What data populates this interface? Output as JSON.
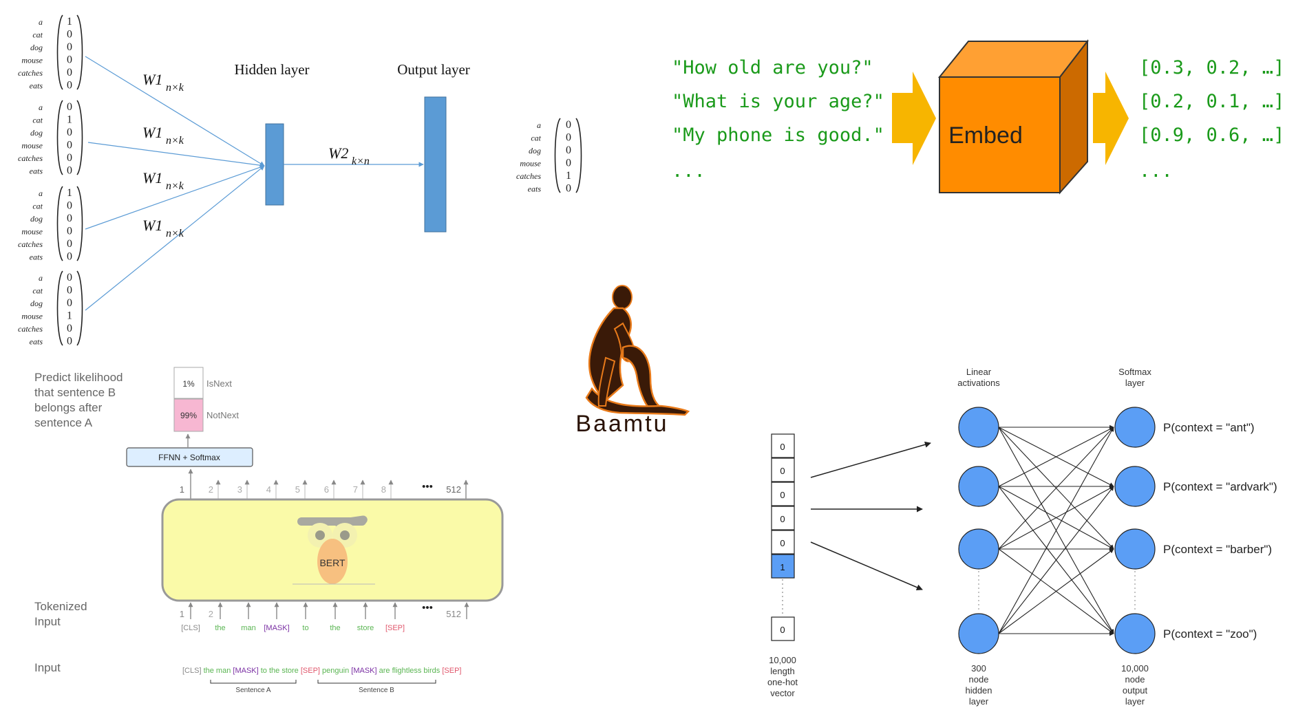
{
  "colors": {
    "blue_bar": "#5b9bd5",
    "blue_bar_stroke": "#41719c",
    "arrow_line": "#5b9bd5",
    "code_green": "#1a9a1a",
    "embed_front": "#ff8c00",
    "embed_top": "#ffa033",
    "embed_side": "#cc6a00",
    "arrow_yellow": "#f7b500",
    "bert_box": "#fafaa8",
    "bert_box_stroke": "#999999",
    "ffnn_fill": "#ddeeff",
    "notnext_fill": "#f7b7d2",
    "node_fill": "#5b9ef5",
    "token_green": "#5ab552",
    "token_purple": "#7a2fa3",
    "token_red": "#e0566b",
    "logo_brown": "#3a1a08",
    "logo_orange": "#e87a1a"
  },
  "word2vec": {
    "vocab": [
      "a",
      "cat",
      "dog",
      "mouse",
      "catches",
      "eats"
    ],
    "input_vectors": [
      [
        "1",
        "0",
        "0",
        "0",
        "0",
        "0"
      ],
      [
        "0",
        "1",
        "0",
        "0",
        "0",
        "0"
      ],
      [
        "1",
        "0",
        "0",
        "0",
        "0",
        "0"
      ],
      [
        "0",
        "0",
        "0",
        "1",
        "0",
        "0"
      ]
    ],
    "output_vector": [
      "0",
      "0",
      "0",
      "0",
      "1",
      "0"
    ],
    "w1_base": "W1",
    "w1_sub": "n×k",
    "w2_base": "W2",
    "w2_sub": "k×n",
    "hidden_label": "Hidden layer",
    "output_label": "Output layer"
  },
  "embed": {
    "sentences": [
      "\"How old are you?\"",
      "\"What is your age?\"",
      "\"My phone is good.\"",
      "..."
    ],
    "box_label": "Embed",
    "vectors": [
      "[0.3, 0.2, …]",
      "[0.2, 0.1, …]",
      "[0.9, 0.6, …]",
      "..."
    ]
  },
  "logo": {
    "text": "Baamtu"
  },
  "bert": {
    "predict_text": [
      "Predict likelihood",
      "that sentence B",
      "belongs after",
      "sentence A"
    ],
    "isnext_value": "1%",
    "isnext_label": "IsNext",
    "notnext_value": "99%",
    "notnext_label": "NotNext",
    "ffnn_label": "FFNN + Softmax",
    "position_numbers": [
      "1",
      "2",
      "3",
      "4",
      "5",
      "6",
      "7",
      "8",
      "512"
    ],
    "ellipsis": "•••",
    "model_label": "BERT",
    "tokenized_label": [
      "Tokenized",
      "Input"
    ],
    "input_positions": [
      "1",
      "2",
      "512"
    ],
    "tokens": [
      "[CLS]",
      "the",
      "man",
      "[MASK]",
      "to",
      "the",
      "store",
      "[SEP]"
    ],
    "input_label": "Input",
    "input_sequence": [
      {
        "t": "[CLS]",
        "c": "gray"
      },
      {
        "t": "the man",
        "c": "green"
      },
      {
        "t": "[MASK]",
        "c": "purple"
      },
      {
        "t": "to the store",
        "c": "green"
      },
      {
        "t": "[SEP]",
        "c": "red"
      },
      {
        "t": "penguin",
        "c": "green"
      },
      {
        "t": "[MASK]",
        "c": "purple"
      },
      {
        "t": "are flightless birds",
        "c": "green"
      },
      {
        "t": "[SEP]",
        "c": "red"
      }
    ],
    "sentence_a": "Sentence A",
    "sentence_b": "Sentence B"
  },
  "skipgram": {
    "onehot_values": [
      "0",
      "0",
      "0",
      "0",
      "0",
      "1",
      "0"
    ],
    "onehot_caption": [
      "10,000",
      "length",
      "one-hot",
      "vector"
    ],
    "hidden_title": [
      "Linear",
      "activations"
    ],
    "hidden_caption": [
      "300",
      "node",
      "hidden",
      "layer"
    ],
    "softmax_title": [
      "Softmax",
      "layer"
    ],
    "output_caption": [
      "10,000",
      "node",
      "output",
      "layer"
    ],
    "probabilities": [
      "P(context = \"ant\")",
      "P(context = \"ardvark\")",
      "P(context = \"barber\")",
      "P(context = \"zoo\")"
    ]
  }
}
